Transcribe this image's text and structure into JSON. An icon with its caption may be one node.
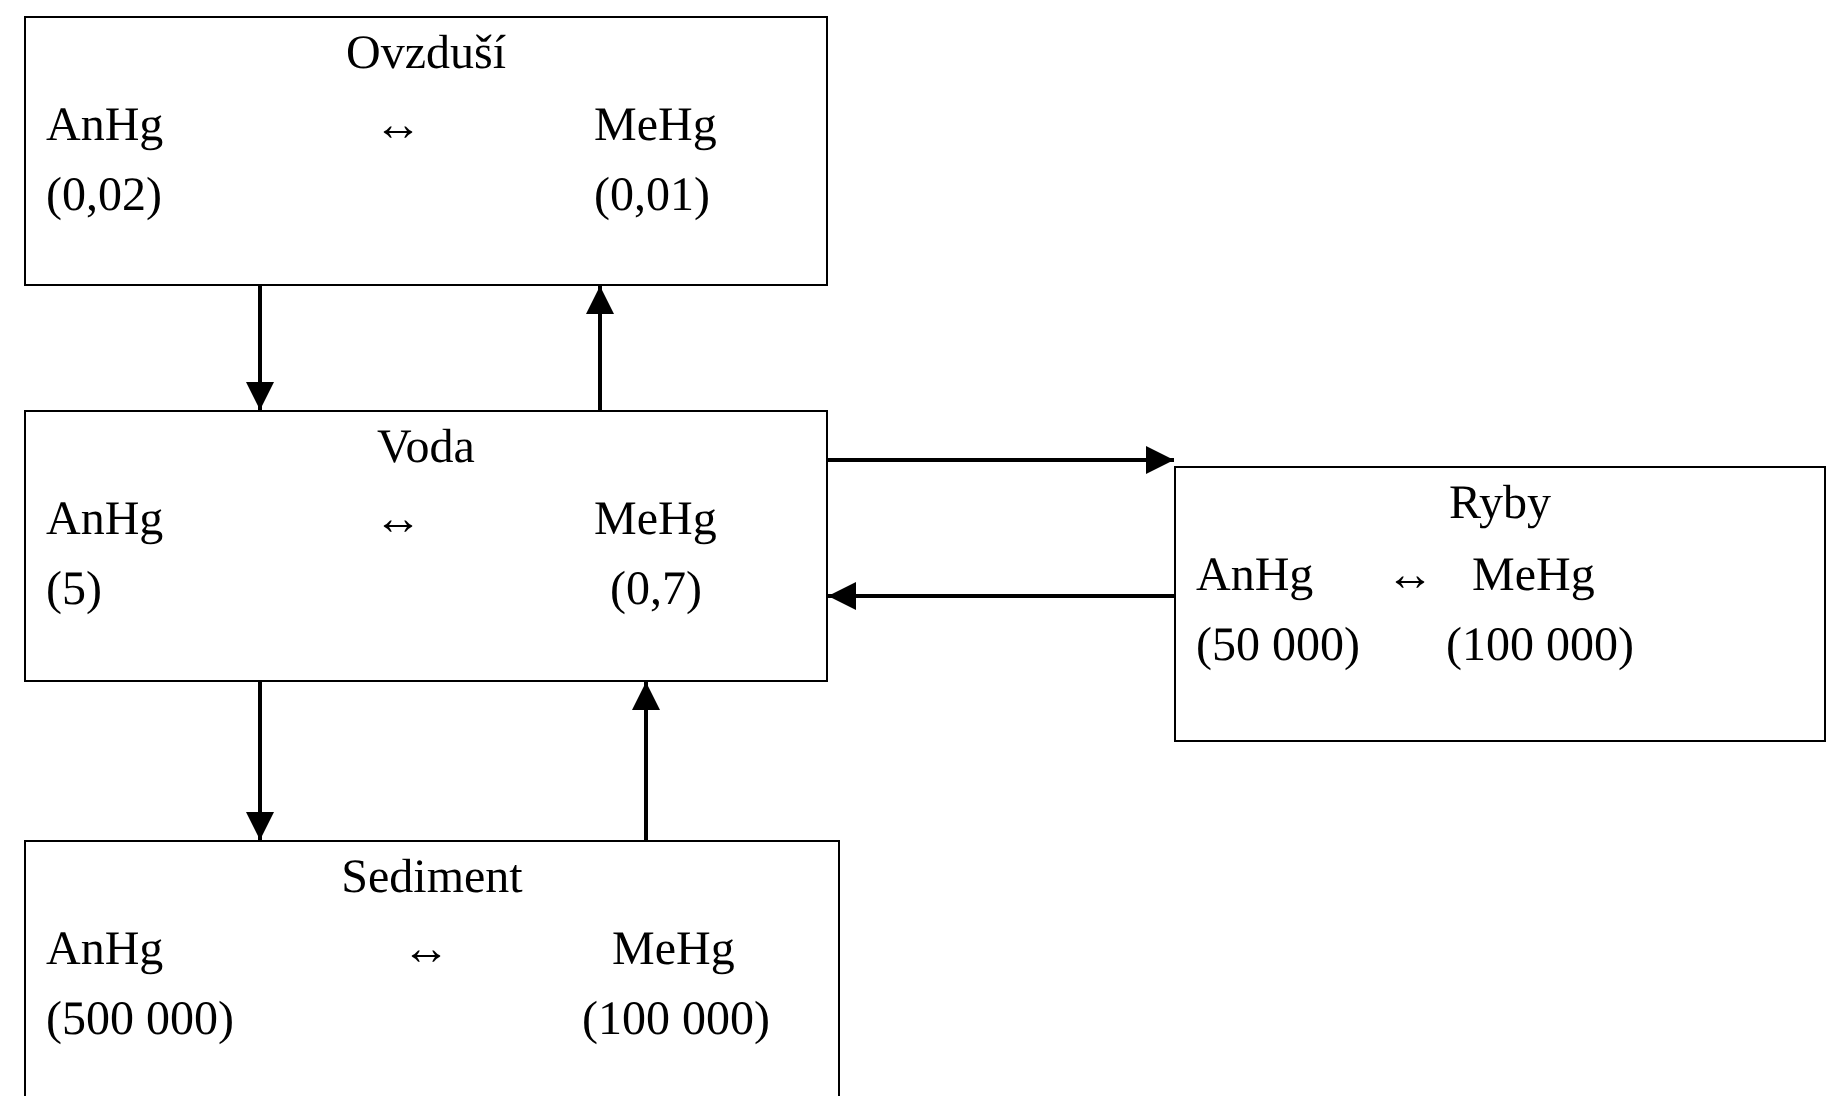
{
  "diagram": {
    "nodes": [
      {
        "text": [
          "Ovzduší",
          "AnHg",
          "↔",
          "MeHg",
          "(0,02)",
          "(0,01)"
        ]
      },
      {
        "text": [
          "Voda",
          "AnHg",
          "↔",
          "MeHg",
          "(5)",
          "(0,7)"
        ]
      },
      {
        "text": [
          "Ryby",
          "AnHg",
          "↔",
          "MeHg",
          "(50 000)",
          "(100 000)"
        ]
      },
      {
        "text": [
          "Sediment",
          "AnHg",
          "↔",
          "MeHg",
          "(500 000)",
          "(100 000)"
        ]
      }
    ],
    "edges": [
      {
        "from": 0,
        "to": 1,
        "arrow": "to"
      },
      {
        "from": 1,
        "to": 0,
        "arrow": "to"
      },
      {
        "from": 1,
        "to": 2,
        "arrow": "to"
      },
      {
        "from": 2,
        "to": 1,
        "arrow": "to"
      },
      {
        "from": 1,
        "to": 3,
        "arrow": "to"
      },
      {
        "from": 3,
        "to": 1,
        "arrow": "to"
      }
    ]
  }
}
